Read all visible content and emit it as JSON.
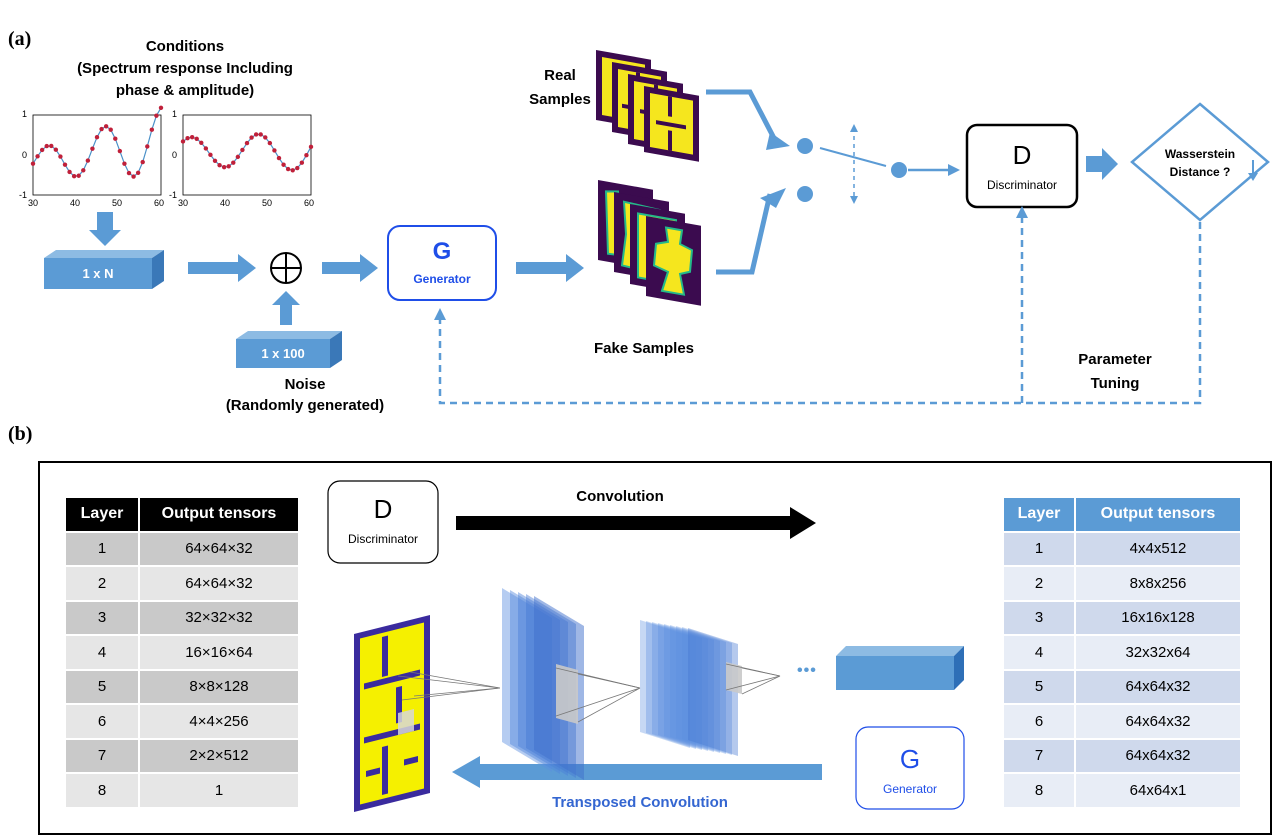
{
  "panel_a": {
    "label": "(a)",
    "conditions_title": [
      "Conditions",
      "(Spectrum response Including",
      "phase & amplitude)"
    ],
    "plot1": {
      "y_ticks": [
        "1",
        "0",
        "-1"
      ],
      "x_ticks": [
        "30",
        "40",
        "50",
        "60"
      ]
    },
    "plot2": {
      "y_ticks": [
        "1",
        "0",
        "-1"
      ],
      "x_ticks": [
        "30",
        "40",
        "50",
        "60"
      ]
    },
    "condition_vector": "1 x N",
    "noise_vector": "1 x 100",
    "noise_caption": [
      "Noise",
      "(Randomly generated)"
    ],
    "generator": {
      "letter": "G",
      "name": "Generator"
    },
    "real_samples": [
      "Real",
      "Samples"
    ],
    "fake_samples": "Fake Samples",
    "discriminator": {
      "letter": "D",
      "name": "Discriminator"
    },
    "decision": [
      "Wasserstein",
      "Distance ?"
    ],
    "feedback": [
      "Parameter",
      "Tuning"
    ]
  },
  "panel_b": {
    "label": "(b)",
    "discriminator": {
      "letter": "D",
      "name": "Discriminator"
    },
    "generator": {
      "letter": "G",
      "name": "Generator"
    },
    "convolution": "Convolution",
    "transposed_convolution": "Transposed Convolution",
    "ellipsis": "•••",
    "left_table": {
      "headers": [
        "Layer",
        "Output tensors"
      ],
      "rows": [
        [
          "1",
          "64×64×32"
        ],
        [
          "2",
          "64×64×32"
        ],
        [
          "3",
          "32×32×32"
        ],
        [
          "4",
          "16×16×64"
        ],
        [
          "5",
          "8×8×128"
        ],
        [
          "6",
          "4×4×256"
        ],
        [
          "7",
          "2×2×512"
        ],
        [
          "8",
          "1"
        ]
      ]
    },
    "right_table": {
      "headers": [
        "Layer",
        "Output tensors"
      ],
      "rows": [
        [
          "1",
          "4x4x512"
        ],
        [
          "2",
          "8x8x256"
        ],
        [
          "3",
          "16x16x128"
        ],
        [
          "4",
          "32x32x64"
        ],
        [
          "5",
          "64x64x32"
        ],
        [
          "6",
          "64x64x32"
        ],
        [
          "7",
          "64x64x32"
        ],
        [
          "8",
          "64x64x1"
        ]
      ]
    }
  },
  "colors": {
    "arrow_blue": "#5b9bd5",
    "box_blue": "#5b9bd5",
    "generator_blue": "#1f4ee8",
    "dark_purple": "#3b0b4f",
    "yellow": "#f5e61e",
    "curve_red": "#c0203a",
    "curve_blue": "#4a90c8"
  }
}
